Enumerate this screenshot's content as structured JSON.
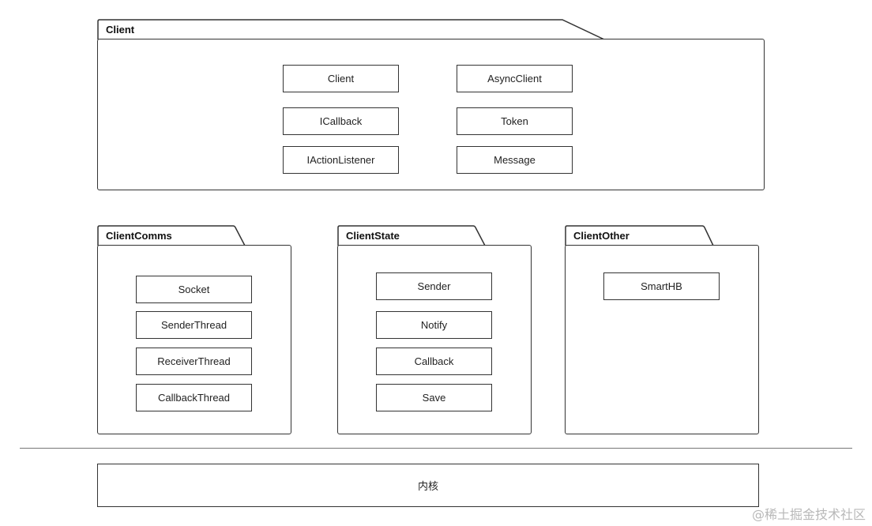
{
  "packages": {
    "client": {
      "title": "Client",
      "classes": [
        "Client",
        "AsyncClient",
        "ICallback",
        "Token",
        "IActionListener",
        "Message"
      ]
    },
    "client_comms": {
      "title": "ClientComms",
      "classes": [
        "Socket",
        "SenderThread",
        "ReceiverThread",
        "CallbackThread"
      ]
    },
    "client_state": {
      "title": "ClientState",
      "classes": [
        "Sender",
        "Notify",
        "Callback",
        "Save"
      ]
    },
    "client_other": {
      "title": "ClientOther",
      "classes": [
        "SmartHB"
      ]
    }
  },
  "kernel": {
    "label": "内核"
  },
  "watermark": "@稀土掘金技术社区",
  "colors": {
    "stroke": "#333333",
    "divider": "#777777",
    "watermark": "#b8b8b8"
  }
}
